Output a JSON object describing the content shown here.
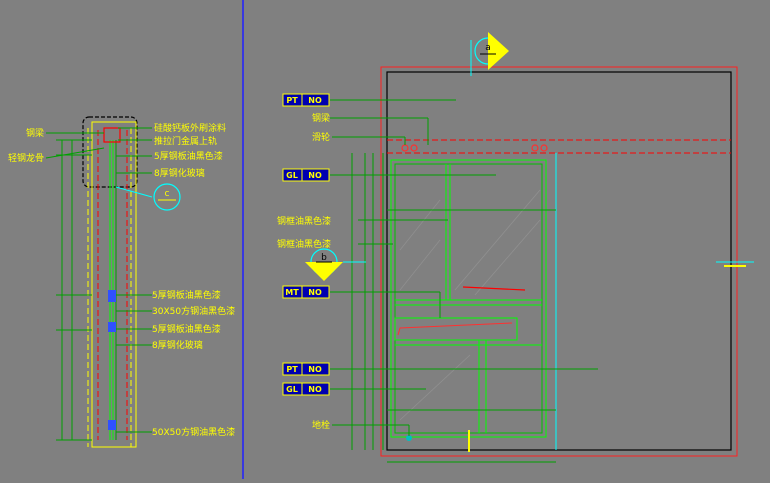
{
  "colors": {
    "background": "#808080",
    "label_text": "#ffff00",
    "leader": "#00a000",
    "frame": "#000000",
    "cut_line": "#ff0000",
    "glass": "#00ff00",
    "viewport_border": "#0000ff",
    "marker": "#00ffff",
    "tag_fill": "#0000b0",
    "tag_text": "#ffff00"
  },
  "left_labels": {
    "steel_beam": "钢梁",
    "light_steel_keel": "轻钢龙骨",
    "finish_coating": "硅酸钙板外刷涂料",
    "sliding_track": "推拉门金属上轨",
    "plate_top": "5厚钢板油黑色漆",
    "glass_top": "8厚钢化玻璃",
    "plate_mid1": "5厚钢板油黑色漆",
    "tube_30x50": "30X50方钢油黑色漆",
    "plate_mid2": "5厚钢板油黑色漆",
    "glass_mid": "8厚钢化玻璃",
    "tube_50x50": "50X50方钢油黑色漆"
  },
  "right_labels": {
    "steel_beam": "钢梁",
    "pulley": "滑轮",
    "frame_paint1": "钢框油黑色漆",
    "frame_paint2": "钢框油黑色漆",
    "floor_bolt": "地栓"
  },
  "markers": {
    "section_c": "c",
    "section_b": "b",
    "elevation_a": "a"
  },
  "tags": [
    {
      "code": "PT",
      "no": "NO"
    },
    {
      "code": "GL",
      "no": "NO"
    },
    {
      "code": "MT",
      "no": "NO"
    },
    {
      "code": "PT",
      "no": "NO"
    },
    {
      "code": "GL",
      "no": "NO"
    }
  ]
}
